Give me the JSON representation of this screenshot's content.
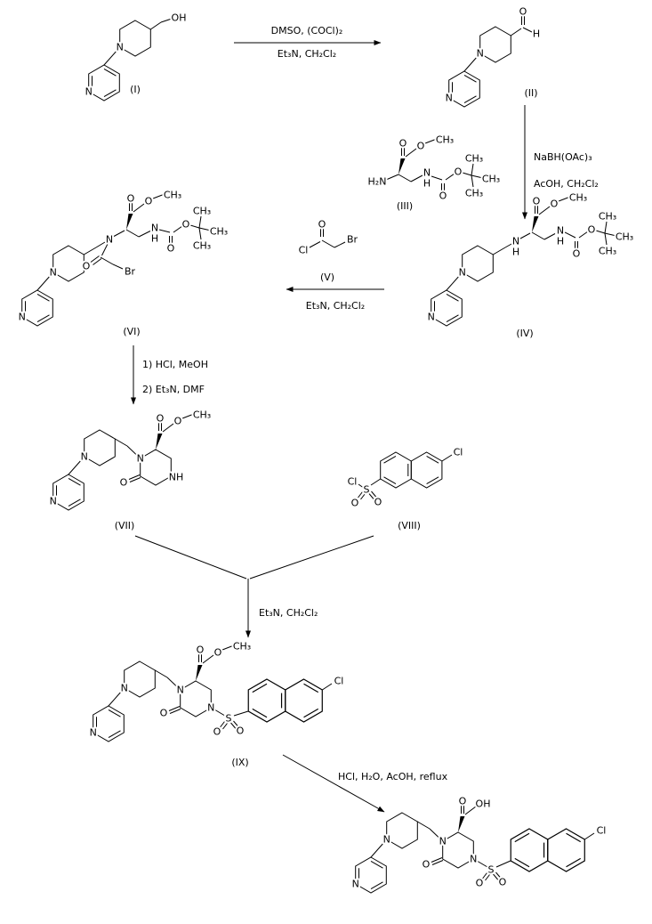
{
  "atoms": {
    "N": "N",
    "NH": "NH",
    "H": "H",
    "O": "O",
    "OH": "OH",
    "S": "S",
    "Cl": "Cl",
    "Br": "Br",
    "CH3": "CH₃",
    "H2N": "H₂N"
  },
  "compounds": {
    "c1": "(I)",
    "c2": "(II)",
    "c3": "(III)",
    "c4": "(IV)",
    "c5": "(V)",
    "c6": "(VI)",
    "c7": "(VII)",
    "c8": "(VIII)",
    "c9": "(IX)"
  },
  "steps": {
    "s1_above": "DMSO, (COCl)₂",
    "s1_below": "Et₃N, CH₂Cl₂",
    "s2_line1": "NaBH(OAc)₃",
    "s2_line2": "AcOH, CH₂Cl₂",
    "s3_below": "Et₃N, CH₂Cl₂",
    "s4_line1": "1) HCl, MeOH",
    "s4_line2": "2) Et₃N, DMF",
    "s5_label": "Et₃N, CH₂Cl₂",
    "s6_label": "HCl, H₂O, AcOH, reflux"
  }
}
